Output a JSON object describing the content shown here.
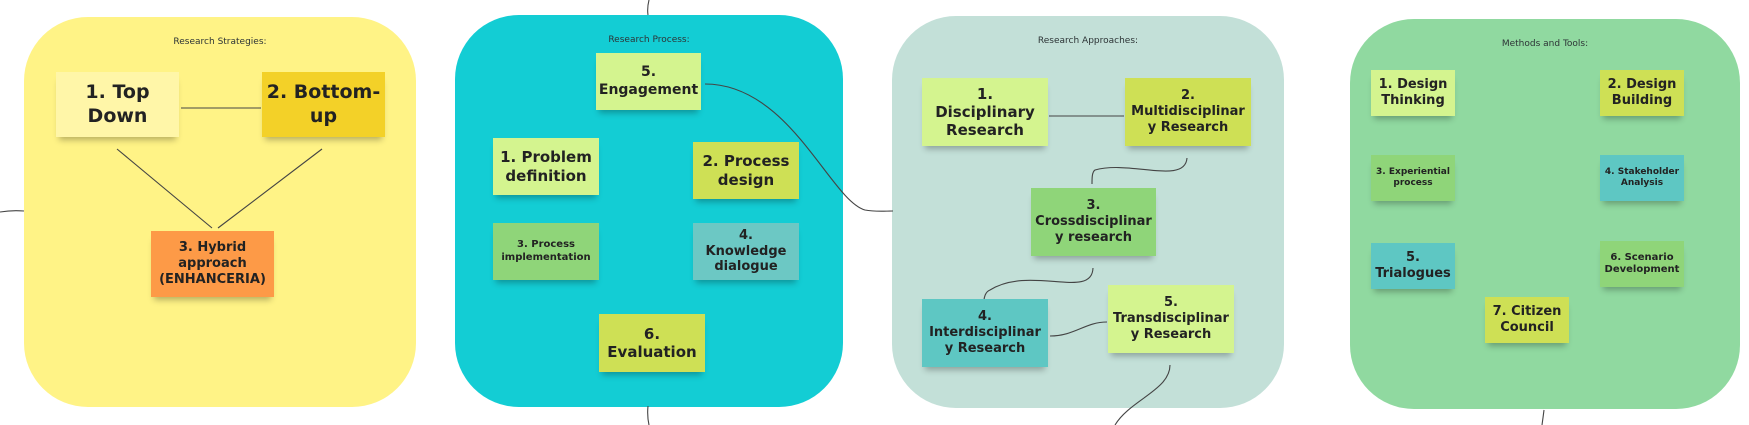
{
  "frames": [
    {
      "title": "Research Strategies:",
      "color": "#fff386",
      "notes": [
        {
          "label": "1. Top Down",
          "color": "#fff6a8"
        },
        {
          "label": "2. Bottom-up",
          "color": "#f3d128"
        },
        {
          "label": "3. Hybrid approach (ENHANCERIA)",
          "color": "#fd9a47"
        }
      ]
    },
    {
      "title": "Research Process:",
      "color": "#13cdd4",
      "notes": [
        {
          "label": "5. Engagement",
          "color": "#d4f48f"
        },
        {
          "label": "1. Problem definition",
          "color": "#d4f48f"
        },
        {
          "label": "2. Process design",
          "color": "#cee055"
        },
        {
          "label": "3. Process implementation",
          "color": "#8fd579"
        },
        {
          "label": "4. Knowledge dialogue",
          "color": "#6cc8c4"
        },
        {
          "label": "6. Evaluation",
          "color": "#cee055"
        }
      ]
    },
    {
      "title": "Research Approaches:",
      "color": "#c3e0d8",
      "notes": [
        {
          "label": "1. Disciplinary Research",
          "color": "#d4f48f"
        },
        {
          "label": "2. Multidisciplinary Research",
          "color": "#cee055"
        },
        {
          "label": "3. Crossdisciplinary research",
          "color": "#8fd579"
        },
        {
          "label": "4. Interdisciplinary Research",
          "color": "#5ec7c3"
        },
        {
          "label": "5. Transdisciplinary Research",
          "color": "#d4f48f"
        }
      ]
    },
    {
      "title": "Methods and Tools:",
      "color": "#90d9a0",
      "notes": [
        {
          "label": "1. Design Thinking",
          "color": "#d4f48f"
        },
        {
          "label": "2. Design Building",
          "color": "#cee055"
        },
        {
          "label": "3. Experiential process",
          "color": "#8fd579"
        },
        {
          "label": "4. Stakeholder Analysis",
          "color": "#5ec7c3"
        },
        {
          "label": "5. Trialogues",
          "color": "#5ec7c3"
        },
        {
          "label": "6. Scenario Development",
          "color": "#8fd579"
        },
        {
          "label": "7. Citizen Council",
          "color": "#cee055"
        }
      ]
    }
  ],
  "note_lines": {
    "f0n0": [
      "1. Top",
      "Down"
    ],
    "f0n1": [
      "2. Bottom-",
      "up"
    ],
    "f0n2": [
      "3. Hybrid",
      "approach",
      "(ENHANCERIA)"
    ],
    "f1n0": [
      "5.",
      "Engagement"
    ],
    "f1n1": [
      "1. Problem",
      "definition"
    ],
    "f1n2": [
      "2. Process",
      "design"
    ],
    "f1n3": [
      "3. Process",
      "implementation"
    ],
    "f1n4": [
      "4. Knowledge",
      "dialogue"
    ],
    "f1n5": [
      "6.",
      "Evaluation"
    ],
    "f2n0": [
      "1. Disciplinary",
      "Research"
    ],
    "f2n1": [
      "2.",
      "Multidisciplinar",
      "y Research"
    ],
    "f2n2": [
      "3.",
      "Crossdisciplinar",
      "y research"
    ],
    "f2n3": [
      "4.",
      "Interdisciplinar",
      "y Research"
    ],
    "f2n4": [
      "5.",
      "Transdisciplinar",
      "y Research"
    ],
    "f3n0": [
      "1. Design",
      "Thinking"
    ],
    "f3n1": [
      "2. Design",
      "Building"
    ],
    "f3n2": [
      "3. Experiential",
      "process"
    ],
    "f3n3": [
      "4. Stakeholder",
      "Analysis"
    ],
    "f3n4": [
      "5.",
      "Trialogues"
    ],
    "f3n5": [
      "6. Scenario",
      "Development"
    ],
    "f3n6": [
      "7. Citizen",
      "Council"
    ]
  }
}
